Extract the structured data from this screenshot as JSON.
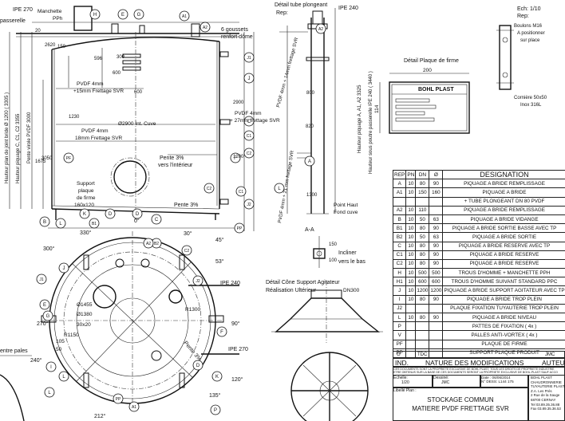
{
  "drawing": {
    "top_labels": {
      "ipe270": "IPE 270",
      "passerelle": "passerelle",
      "manchette": "Manchette",
      "pph": "PPh",
      "goussets": "6 goussets",
      "renfort": "renfort dôme",
      "detail_tube": "Détail tube plongeant",
      "rep": "Rep:",
      "ipe240": "IPE 240",
      "detail_plaque": "Détail Plaque de firme",
      "ech": "Ech: 1/10",
      "rep2": "Rep:",
      "boulons": "Boulons M16",
      "a_positionner": "A positionner",
      "sur place": "sur place",
      "corniere": "Cornière 50x50",
      "inox": "Inox 316L"
    },
    "vertical_labels": [
      "Hauteur plan de joint bride Ø 1200 ( 3305 )",
      "Hauteur piquage C, C1, C2 3355",
      "Pente virole PVDF 3000",
      "Hauteur sous poutre passerelle IPE 240 ( 3440 )",
      "Hauteur piquage A, A1, A2 3325",
      "PVDF 4mm + 14mm frettage SVR",
      "PVDF 4mm + 21 mm frettage SVR"
    ],
    "dims": [
      "2620",
      "20",
      "596",
      "150",
      "300",
      "600",
      "600",
      "3050",
      "1230",
      "2900",
      "1200",
      "820",
      "1300",
      "150",
      "1675",
      "800",
      "100"
    ],
    "body_labels": {
      "pvdf1": "PVDF 4mm",
      "frettage1": "+15mm Frettage SVR",
      "pvdf2": "PVDF 4mm",
      "frettage2": "+ 27mm frettage SVR",
      "pvdf3": "PVDF 4mm",
      "frettage3": "18mm Frettage SVR",
      "diam_cuve": "Ø2900 Int. Cuve",
      "pente": "Pente 3%",
      "vers": "vers l'intérieur",
      "support": "Support",
      "plaque": "plaque",
      "de_firme": "de firme",
      "dim_plaque": "160x120",
      "pente2": "Pente 3%",
      "point_haut": "Point Haut",
      "fond_cuve": "Fond cuve",
      "aa": "A-A",
      "incliner": "Incliner",
      "vers_bas": "vers le bas",
      "detail_cone": "Détail Cône Support Agitateur",
      "realisation": "Réalisation Ultérieur",
      "dn300": "DN300",
      "entre_pales": "entre pales"
    },
    "plan_labels": {
      "a330": "330°",
      "a0": "0°",
      "a30": "30°",
      "a45": "45°",
      "a53": "53°",
      "a300": "300°",
      "a270": "270°",
      "a240": "240°",
      "a90": "90°",
      "a120": "120°",
      "a135": "135°",
      "a212": "212°",
      "ipe240": "IPE 240",
      "ipe270": "IPE 270",
      "r1455": "Ø1455",
      "r1380": "Ø1380",
      "r30x20": "30x20",
      "r1300": "R1300",
      "r1150": "R1150",
      "r105": "105",
      "r50": "50",
      "pente": "Pente 3%"
    },
    "bubbles": [
      "H",
      "E",
      "G",
      "A1",
      "A2",
      "J1",
      "J",
      "C",
      "C1",
      "C2",
      "J2",
      "F",
      "PF",
      "D",
      "K",
      "L",
      "PP",
      "B",
      "A",
      "A2",
      "L",
      "C1",
      "C2",
      "D",
      "C",
      "B1",
      "B2",
      "J",
      "J1",
      "J2",
      "E",
      "G",
      "I",
      "L",
      "F",
      "K",
      "P",
      "PP",
      "A1",
      "A2",
      "C2",
      "D",
      "L"
    ]
  },
  "plate": {
    "brand": "BOHL PLAST",
    "width": "200",
    "height": "114"
  },
  "table": {
    "headers": [
      "REP",
      "PN",
      "DN",
      "Ø",
      "DESIGNATION"
    ],
    "rows": [
      [
        "A",
        "10",
        "80",
        "90",
        "PIQUAGE A BRIDE REMPLISSAGE"
      ],
      [
        "A1",
        "10",
        "150",
        "160",
        "PIQUAGE A BRIDE"
      ],
      [
        "",
        "",
        "",
        "",
        "+ TUBE PLONGEANT DN 80 PVDF"
      ],
      [
        "A2",
        "10",
        "110",
        "",
        "PIQUAGE A BRIDE REMPLISSAGE"
      ],
      [
        "B",
        "10",
        "50",
        "63",
        "PIQUAGE A BRIDE VIDANGE"
      ],
      [
        "B1",
        "10",
        "80",
        "90",
        "PIQUAGE A BRIDE SORTIE BASSE AVEC TP"
      ],
      [
        "B2",
        "10",
        "50",
        "63",
        "PIQUAGE A BRIDE SORTIE"
      ],
      [
        "C",
        "10",
        "80",
        "90",
        "PIQUAGE A BRIDE RESERVE AVEC TP"
      ],
      [
        "C1",
        "10",
        "80",
        "90",
        "PIQUAGE A BRIDE RESERVE"
      ],
      [
        "C2",
        "10",
        "80",
        "90",
        "PIQUAGE A BRIDE RESERVE"
      ],
      [
        "H",
        "10",
        "500",
        "500",
        "TROUS D'HOMME + MANCHETTE PPH"
      ],
      [
        "H1",
        "10",
        "600",
        "600",
        "TROUS D'HOMME SUIVANT STANDARD PPC"
      ],
      [
        "J",
        "10",
        "1200",
        "1200",
        "PIQUAGE A BRIDE SUPPORT AGITATEUR AVEC TP"
      ],
      [
        "I",
        "10",
        "80",
        "90",
        "PIQUAGE A BRIDE TROP PLEIN"
      ],
      [
        "J2",
        "",
        "",
        "",
        "PLAQUE FIXATION TUYAUTERIE TROP PLEIN"
      ],
      [
        "L",
        "10",
        "80",
        "90",
        "PIQUAGE A BRIDE NIVEAU"
      ],
      [
        "P",
        "",
        "",
        "",
        "PATTES DE FIXATION ( 4x )"
      ],
      [
        "V",
        "",
        "",
        "",
        "PALLES ANTI-VORTEX ( 4x )"
      ],
      [
        "PF",
        "",
        "",
        "",
        "PLAQUE DE FIRME"
      ],
      [
        "PP",
        "",
        "",
        "",
        "SUPPORT PLAQUE PRODUIT"
      ]
    ]
  },
  "title_block": {
    "g": "G",
    "tdc": "TDC",
    "jmc": "JMC",
    "ind": "IND.",
    "nature": "NATURE DES MODIFICATIONS",
    "auteur": "AUTEUR",
    "legal1": "CES DOCUMENTS SONT LA PROPRIETE EXCLUSIVE DE BOHL PLAST, TOUS LES DROITS DE PROPRIETE INDUSTRIE",
    "legal2": "ETRE OBTENUS SUR LA BASE DE CES DOCUMENTS SERONT LA PROPRIETE EXCLUSIVE DE BOHL-PLAST SAUF ACCO",
    "echelle": "Echelle:",
    "echelle_val": "1/20",
    "dessine": "Dessiné:",
    "dessine_val": "JMC",
    "date": "Date : 06/06/2014",
    "ndessin": "N° DESS: L144 175",
    "libelle": "Libellé Plan :",
    "company": "BOHL PLAST",
    "company2": "CHAUDRONNERIE",
    "company3": "TUYAUTERIE PLASTIQUE",
    "address1": "Z.A. Les Prés",
    "address2": "2 Rue de la Sauge",
    "address3": "68700 CERNAY",
    "tel": "Tel 03.89.35.36.88",
    "fax": "Fax 03.89.35.36.53",
    "title1": "STOCKAGE COMMUN",
    "title2": "MATIERE PVDF FRETTAGE SVR"
  }
}
